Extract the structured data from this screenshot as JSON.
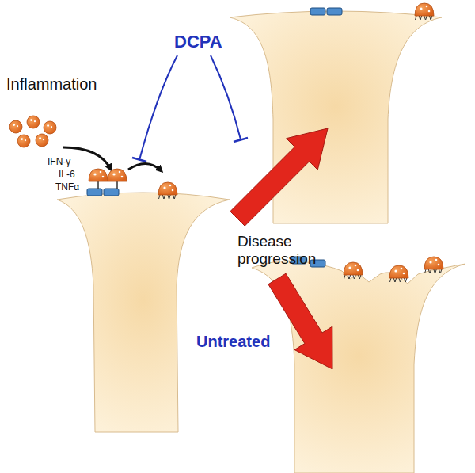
{
  "diagram": {
    "labels": [
      "Inflammation",
      "IFN-γ",
      "IL-6",
      "TNFα",
      "DCPA",
      "Disease progression",
      "Untreated"
    ]
  }
}
